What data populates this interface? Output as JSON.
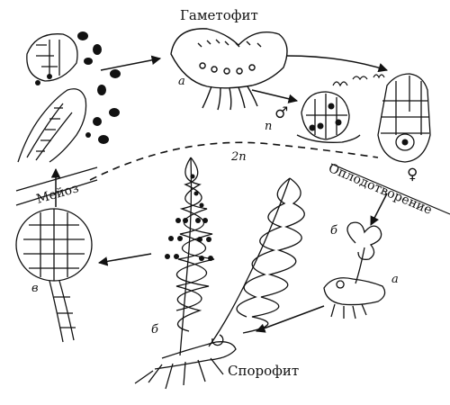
{
  "labels": {
    "gametophyte": "Гаметофит",
    "sporophyte": "Спорофит",
    "meiosis": "Мейоз",
    "fertilization": "Оплодотворение",
    "haploid": "n",
    "diploid": "2n",
    "letter_a_top": "a",
    "letter_a_right": "a",
    "letter_b_right": "б",
    "letter_b_bottom": "б",
    "letter_v": "в",
    "male_symbol": "♂",
    "female_symbol": "♀"
  },
  "colors": {
    "ink": "#111111",
    "background": "#ffffff"
  }
}
